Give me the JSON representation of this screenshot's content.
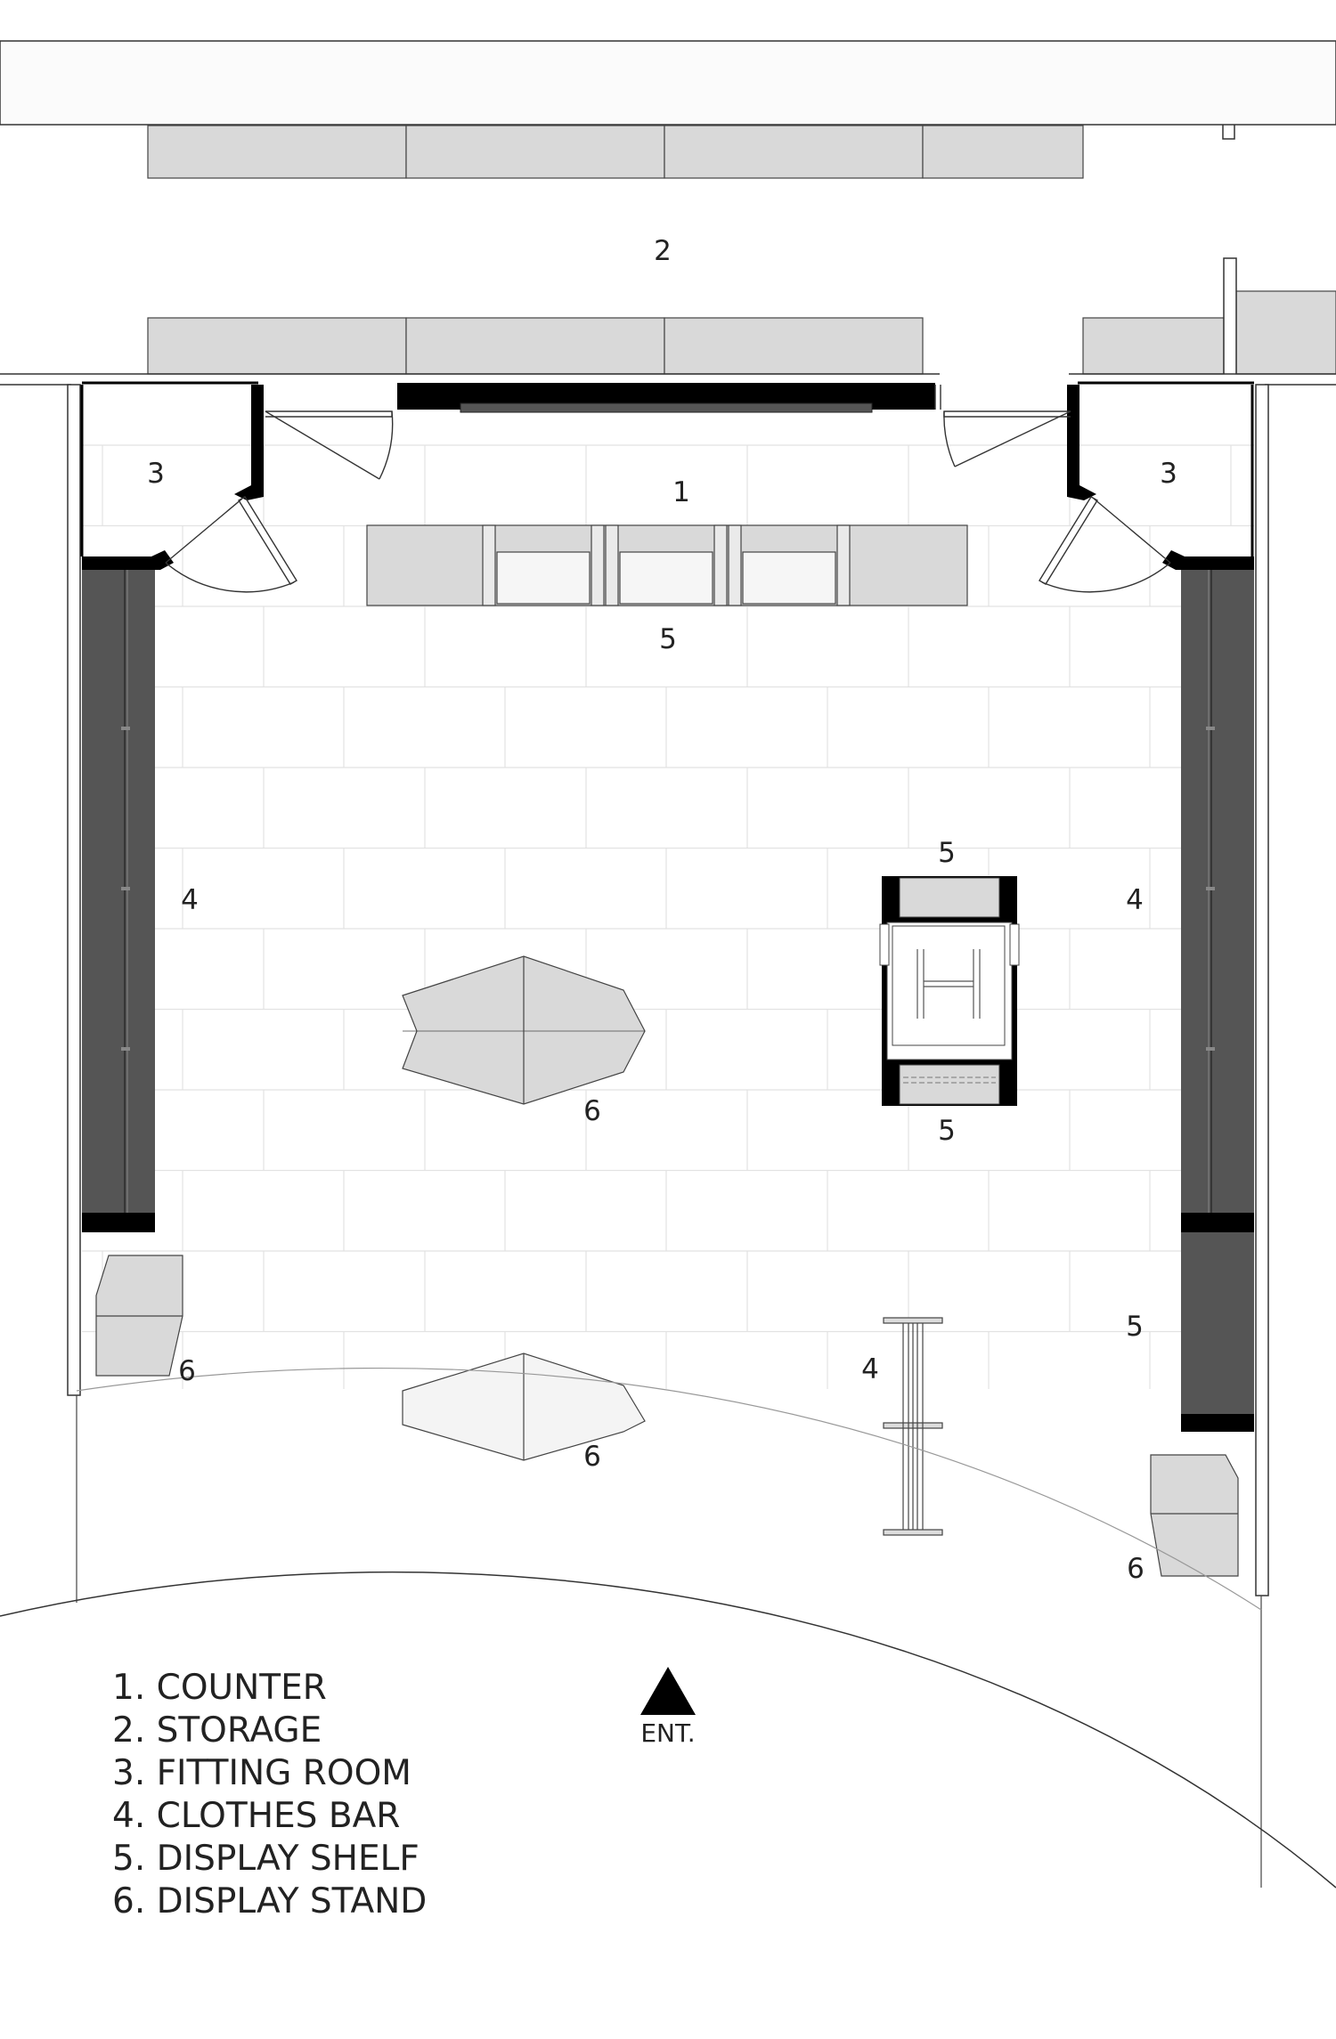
{
  "labels": {
    "counter": "1",
    "storage": "2",
    "fitting_room_left": "3",
    "fitting_room_right": "3",
    "clothes_bar_left": "4",
    "clothes_bar_right": "4",
    "clothes_bar_front": "4",
    "display_shelf_counter": "5",
    "display_shelf_island_top": "5",
    "display_shelf_island_bottom": "5",
    "display_shelf_right": "5",
    "display_stand_center": "6",
    "display_stand_front": "6",
    "display_stand_left": "6",
    "display_stand_right": "6"
  },
  "entrance": {
    "label": "ENT."
  },
  "legend": [
    "1. COUNTER",
    "2. STORAGE",
    "3. FITTING ROOM",
    "4. CLOTHES BAR",
    "5. DISPLAY SHELF",
    "6. DISPLAY STAND"
  ],
  "colors": {
    "wall": "#000000",
    "furniture": "#d9d9d9",
    "clothes_bar": "#555555",
    "grid": "#e2e2e2",
    "line": "#333333"
  }
}
